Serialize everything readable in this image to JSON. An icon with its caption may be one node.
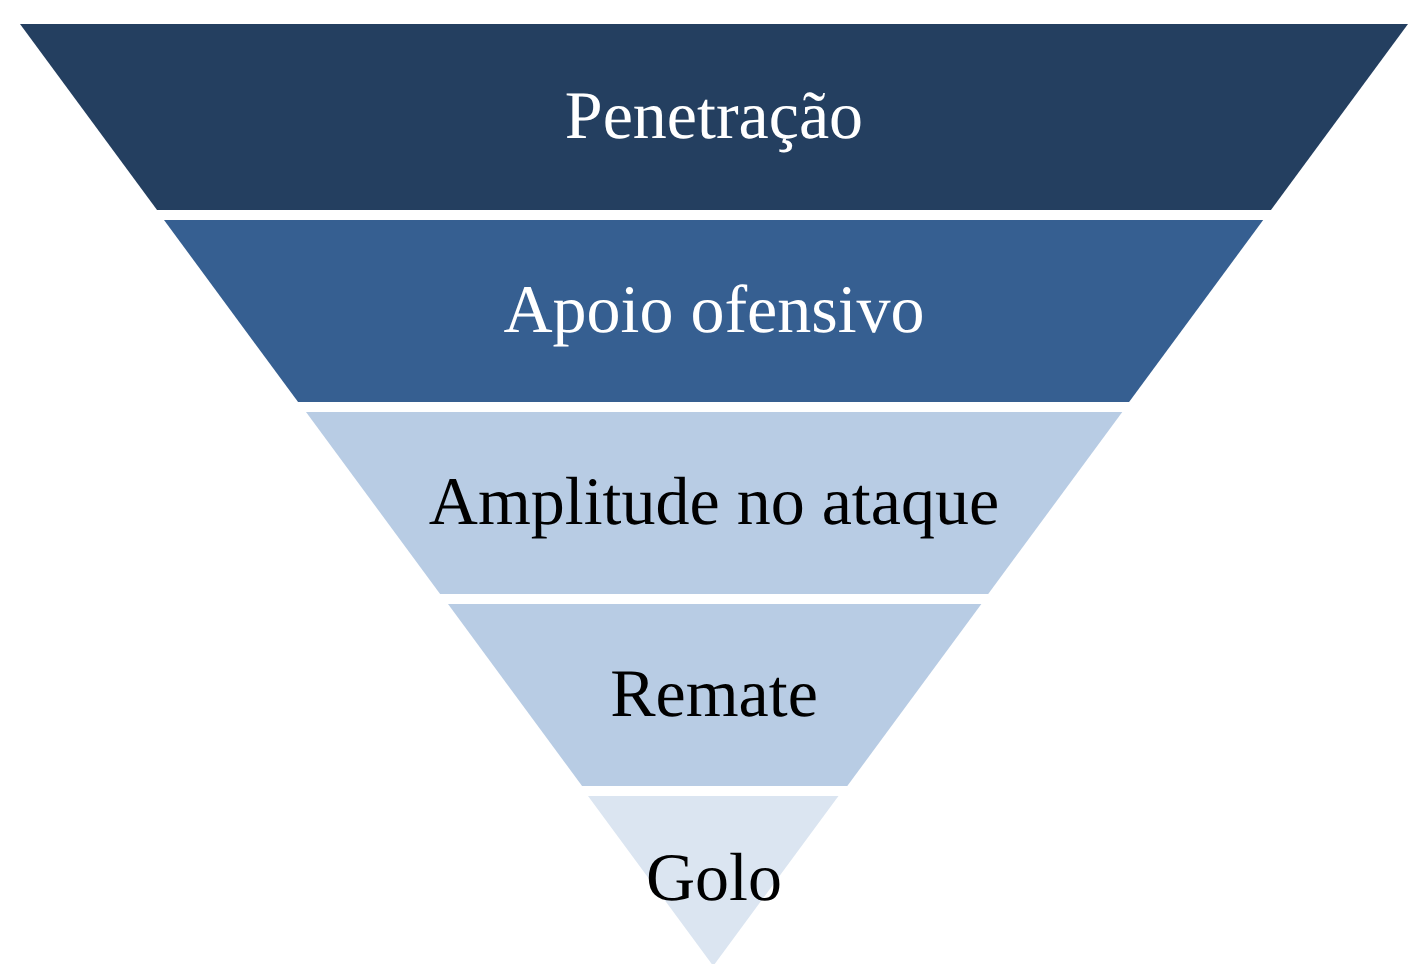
{
  "diagram": {
    "nodes": [
      {
        "text": [
          "Penetração"
        ]
      },
      {
        "text": [
          "Apoio ofensivo"
        ]
      },
      {
        "text": [
          "Amplitude no ataque"
        ]
      },
      {
        "text": [
          "Remate"
        ]
      },
      {
        "text": [
          "Golo"
        ]
      }
    ]
  }
}
